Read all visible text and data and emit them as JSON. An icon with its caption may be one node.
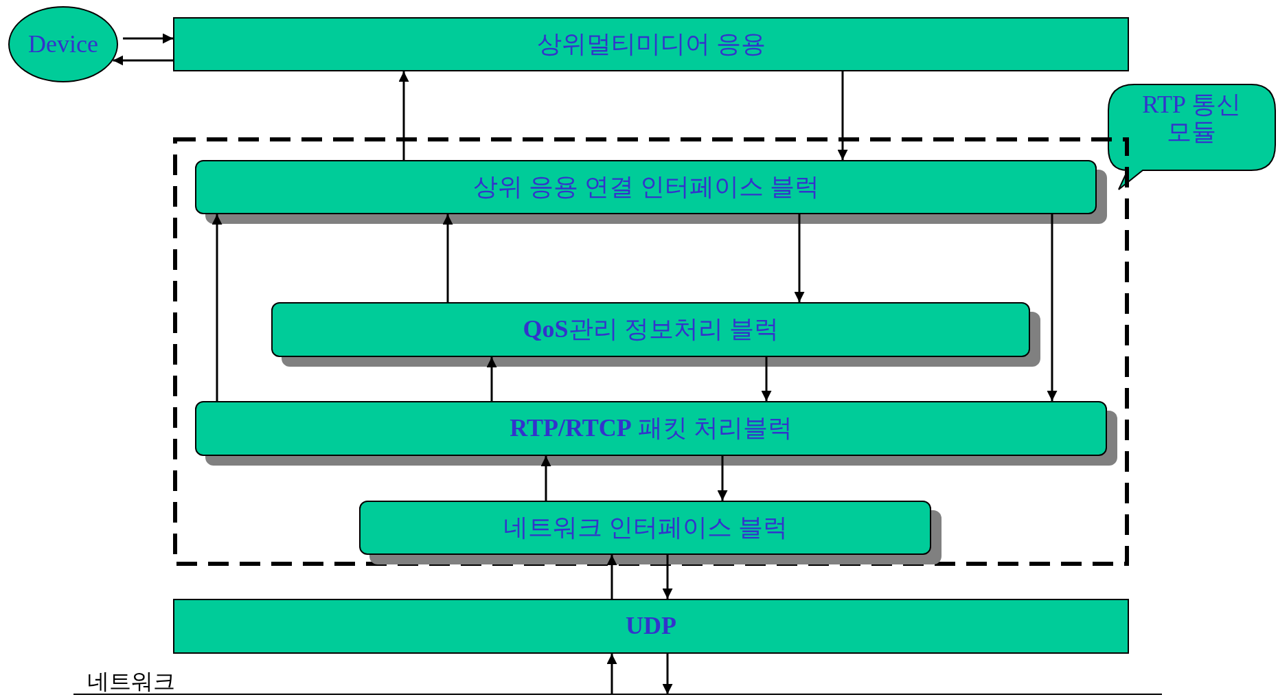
{
  "diagram": {
    "nodes": [
      {
        "text": [
          "Device"
        ]
      },
      {
        "text": [
          "상위멀티미디어 응용"
        ]
      },
      {
        "text": [
          "RTP 통신모듈"
        ]
      },
      {
        "text": [],
        "shape": "box"
      },
      {
        "text": [
          "상위 응용 연결 인터페이스 블럭"
        ],
        "in": 3
      },
      {
        "text": [
          "**QoS**관리 정보처리 블럭"
        ],
        "in": 3
      },
      {
        "text": [
          "**RTP/RTCP** 패킷 처리블럭"
        ],
        "in": 3
      },
      {
        "text": [
          "네트워크 인터페이스 블럭"
        ],
        "in": 3
      },
      {
        "text": [
          "UDP"
        ]
      },
      {
        "text": [
          "네트워크"
        ]
      }
    ],
    "edges": [
      {
        "from": 0,
        "to": 1,
        "arrow": "to"
      },
      {
        "from": 1,
        "to": 0,
        "arrow": "to"
      },
      {
        "from": 4,
        "to": 1,
        "arrow": "to"
      },
      {
        "from": 1,
        "to": 4,
        "arrow": "to"
      },
      {
        "from": 6,
        "to": 4,
        "arrow": "to"
      },
      {
        "from": 5,
        "to": 4,
        "arrow": "to"
      },
      {
        "from": 4,
        "to": 5,
        "arrow": "to"
      },
      {
        "from": 4,
        "to": 6,
        "arrow": "to"
      },
      {
        "from": 6,
        "to": 5,
        "arrow": "to"
      },
      {
        "from": 5,
        "to": 6,
        "arrow": "to"
      },
      {
        "from": 7,
        "to": 6,
        "arrow": "to"
      },
      {
        "from": 6,
        "to": 7,
        "arrow": "to"
      },
      {
        "from": 8,
        "to": 7,
        "arrow": "to"
      },
      {
        "from": 7,
        "to": 8,
        "arrow": "to"
      },
      {
        "from": 9,
        "to": 8,
        "arrow": "to"
      },
      {
        "from": 8,
        "to": 9,
        "arrow": "to"
      }
    ]
  }
}
